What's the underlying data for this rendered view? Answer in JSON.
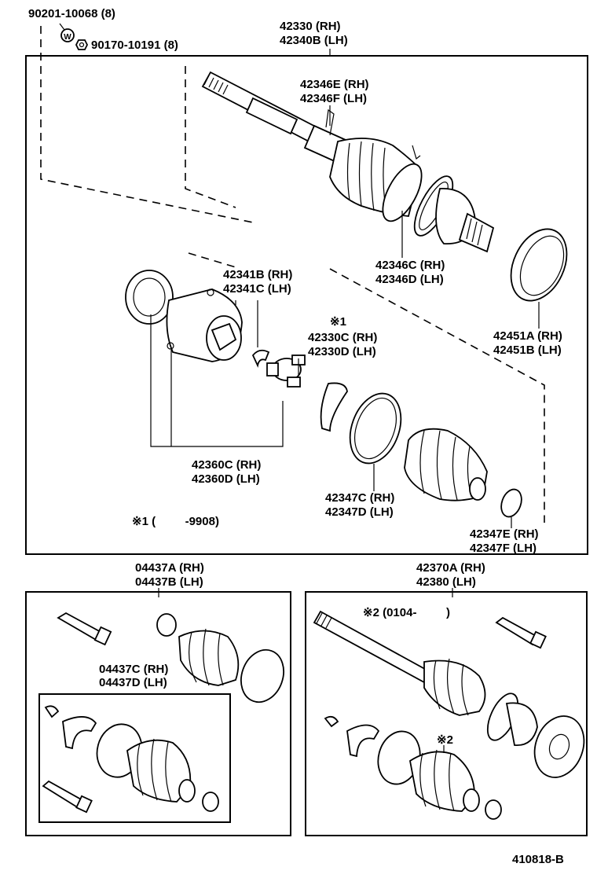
{
  "bolt": {
    "line1": "90201-10068 (8)",
    "line2": "90170-10191 (8)"
  },
  "shaft_top": {
    "rh": "42330 (RH)",
    "lh": "42340B (LH)"
  },
  "joint_outer": {
    "rh": "42346E (RH)",
    "lh": "42346F (LH)"
  },
  "tone_ring": {
    "rh": "42346C (RH)",
    "lh": "42346D (LH)"
  },
  "dust_cover": {
    "rh": "42451A (RH)",
    "lh": "42451B (LH)"
  },
  "inboard_joint": {
    "rh": "42341B (RH)",
    "lh": "42341C (LH)"
  },
  "tripod": {
    "mark": "※1",
    "rh": "42330C (RH)",
    "lh": "42330D (LH)"
  },
  "joint_assy": {
    "rh": "42360C (RH)",
    "lh": "42360D (LH)"
  },
  "boot_clamp": {
    "rh": "42347C (RH)",
    "lh": "42347D (LH)"
  },
  "small_clamp": {
    "rh": "42347E (RH)",
    "lh": "42347F (LH)"
  },
  "note1": "※1 (         -9908)",
  "boot_kit_outer": {
    "rh": "04437A (RH)",
    "lh": "04437B (LH)"
  },
  "boot_kit_inner": {
    "rh": "04437C (RH)",
    "lh": "04437D (LH)"
  },
  "shaft_bottom": {
    "rh": "42370A (RH)",
    "lh": "42380 (LH)"
  },
  "note2": "※2 (0104-         )",
  "mark2": "※2",
  "figure_id": "410818-B",
  "washer_letter": "W"
}
